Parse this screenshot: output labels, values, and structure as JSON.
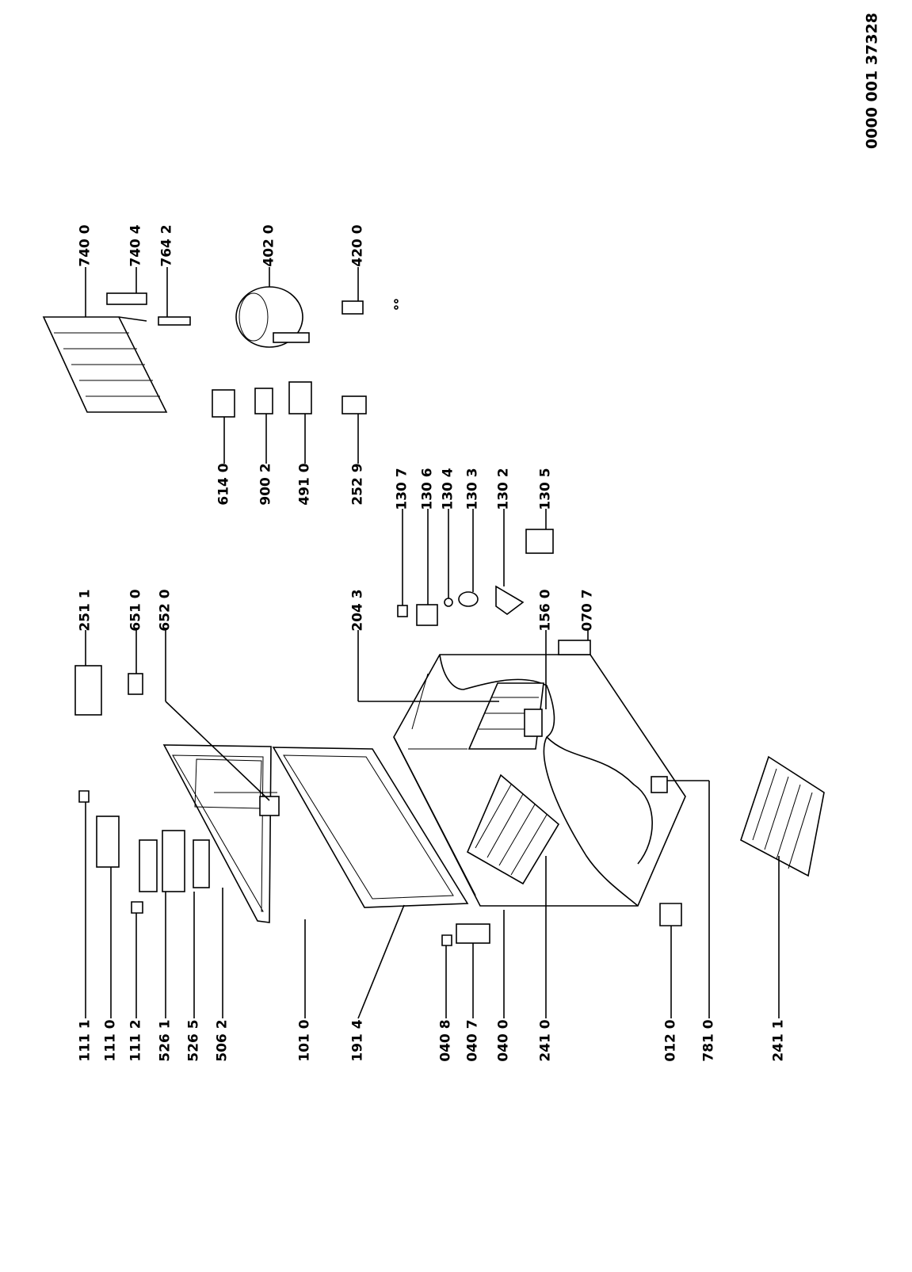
{
  "document_id": "0000 001 37328",
  "parts": {
    "p1111": "111 1",
    "p1110": "111 0",
    "p1112": "111 2",
    "p5261": "526 1",
    "p5265": "526 5",
    "p5062": "506 2",
    "p1010": "101 0",
    "p1914": "191 4",
    "p0408": "040 8",
    "p0407": "040 7",
    "p0400": "040 0",
    "p2410": "241 0",
    "p0120": "012 0",
    "p7810": "781 0",
    "p2411": "241 1",
    "p2511": "251 1",
    "p6510": "651 0",
    "p6520": "652 0",
    "p2043": "204 3",
    "p1560": "156 0",
    "p0707": "070 7",
    "p1307": "130 7",
    "p1306": "130 6",
    "p1304": "130 4",
    "p1303": "130 3",
    "p1302": "130 2",
    "p1305": "130 5",
    "p6140": "614 0",
    "p9002": "900 2",
    "p4910": "491 0",
    "p2529": "252 9",
    "p7400": "740 0",
    "p7404": "740 4",
    "p7642": "764 2",
    "p4020": "402 0",
    "p4200": "420 0"
  }
}
